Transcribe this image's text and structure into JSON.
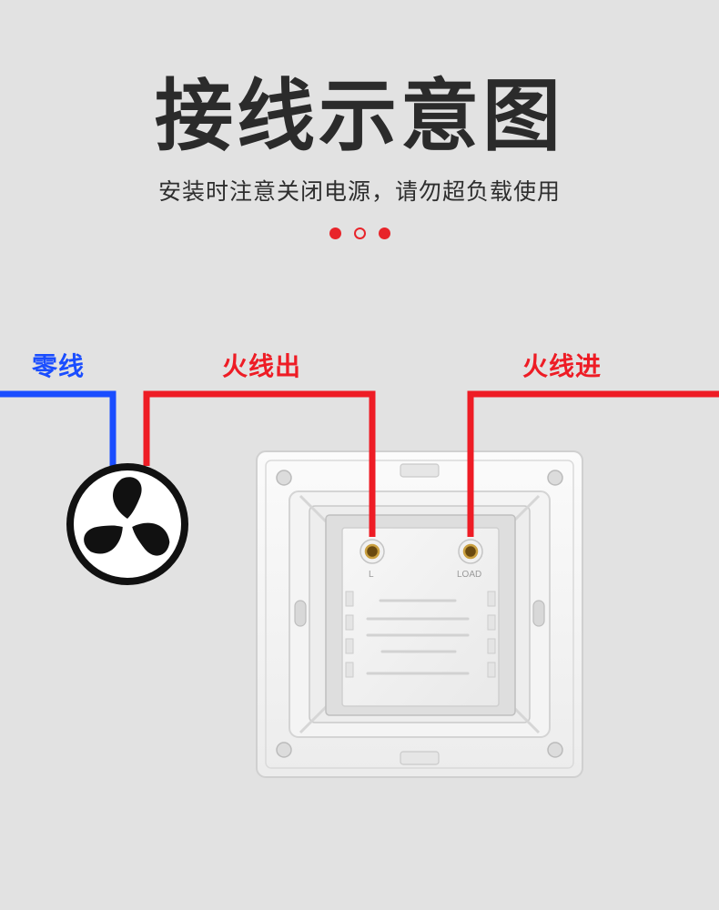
{
  "header": {
    "title": "接线示意图",
    "subtitle": "安装时注意关闭电源，请勿超负载使用"
  },
  "labels": {
    "neutral": "零线",
    "live_out": "火线出",
    "live_in": "火线进"
  },
  "switch": {
    "terminal_left": "L",
    "terminal_right": "LOAD"
  },
  "colors": {
    "neutral_wire": "#1a4dff",
    "live_wire": "#ee1c25",
    "accent": "#e8242a",
    "background": "#e2e2e2"
  },
  "icons": {
    "load": "fan-icon",
    "indicator": "dot-indicator-icon"
  }
}
